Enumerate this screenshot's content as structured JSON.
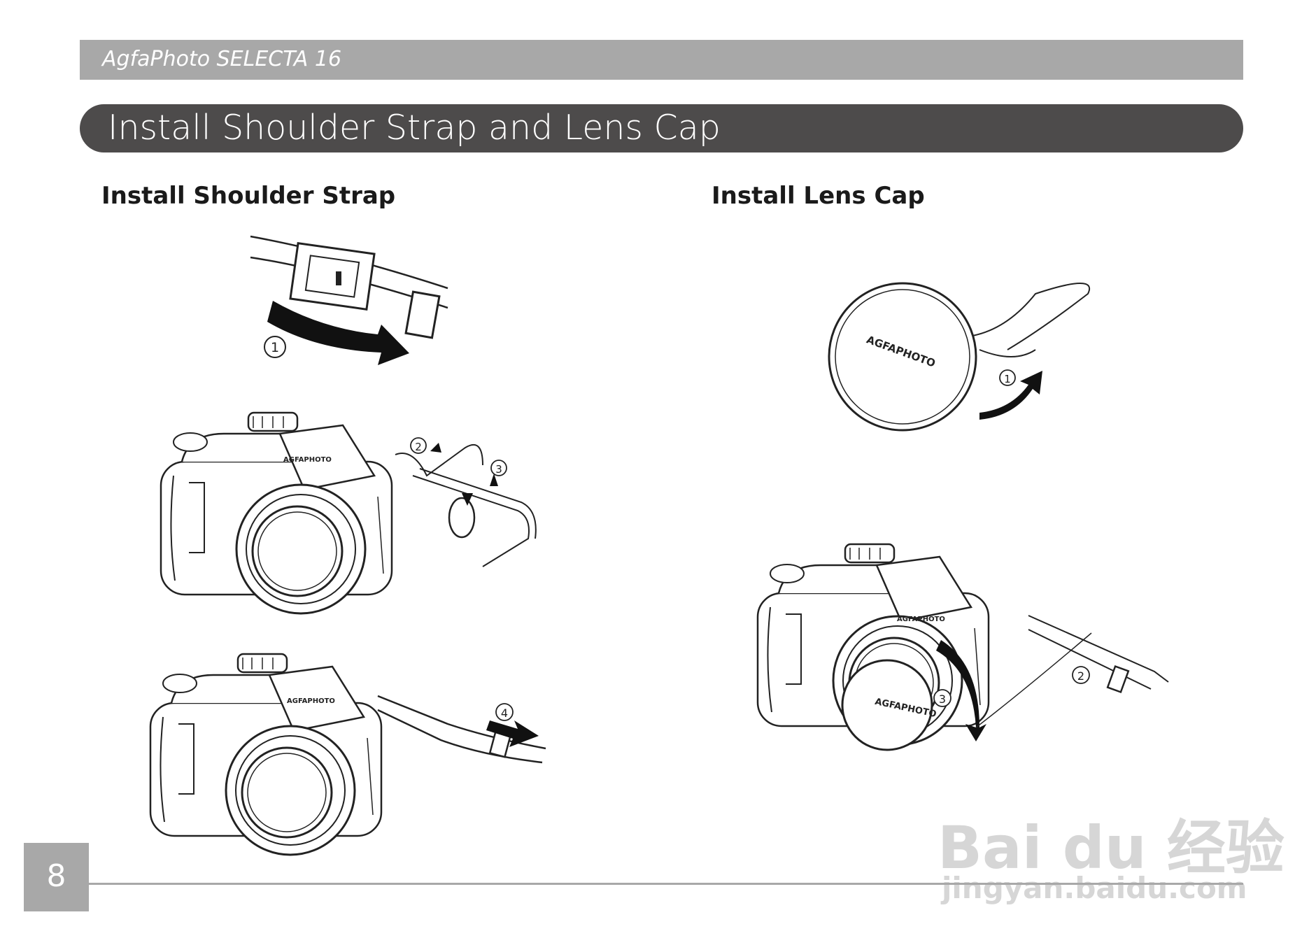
{
  "header": {
    "product": "AgfaPhoto SELECTA 16"
  },
  "title": "Install Shoulder Strap and Lens Cap",
  "sections": {
    "strap": {
      "heading": "Install Shoulder Strap"
    },
    "cap": {
      "heading": "Install Lens Cap"
    }
  },
  "illustrations": {
    "brand": "AGFAPHOTO",
    "steps": [
      "1",
      "2",
      "3",
      "4"
    ]
  },
  "page_number": "8",
  "watermark": {
    "main": "Bai du 经验",
    "sub": "jingyan.baidu.com"
  }
}
